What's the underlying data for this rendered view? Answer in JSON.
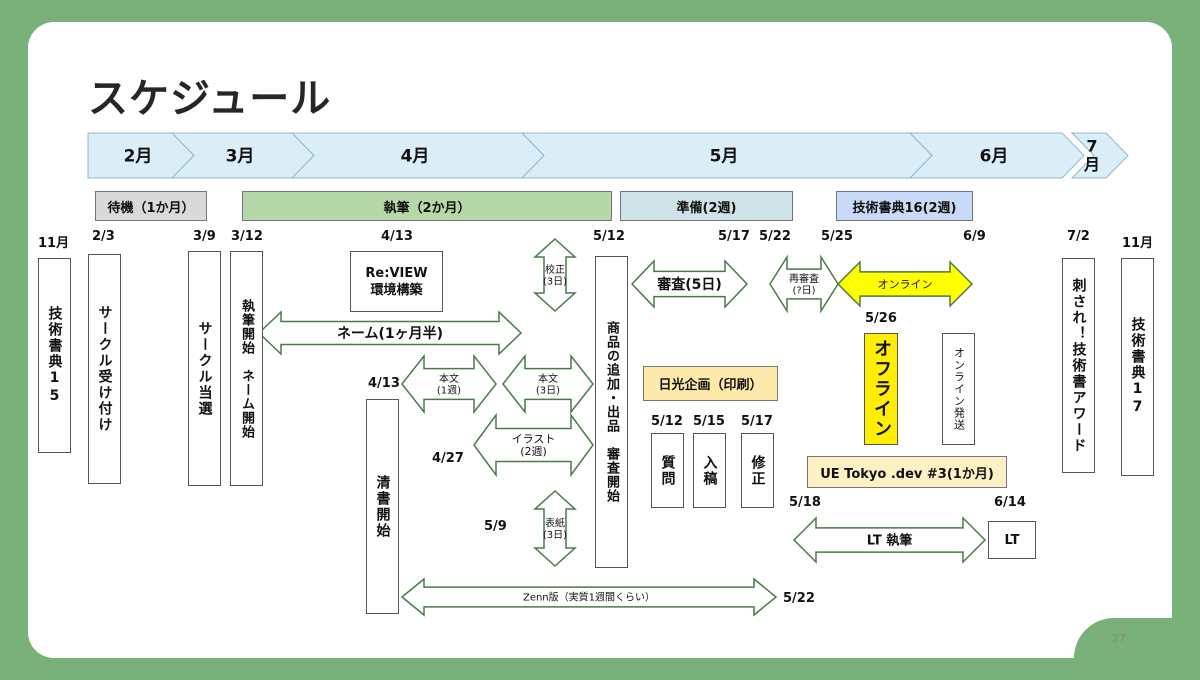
{
  "title": "スケジュール",
  "page_number": "27",
  "months": [
    "2月",
    "3月",
    "4月",
    "5月",
    "6月",
    "7\n月"
  ],
  "phases": {
    "wait": "待機（1か月）",
    "write": "執筆（2か月）",
    "prep": "準備(2週)",
    "event": "技術書典16(2週)"
  },
  "dates": {
    "nov_left": "11月",
    "d0203": "2/3",
    "d0309": "3/9",
    "d0312": "3/12",
    "d0413a": "4/13",
    "d0512a": "5/12",
    "d0517a": "5/17",
    "d0522a": "5/22",
    "d0525": "5/25",
    "d0609": "6/9",
    "d0702": "7/2",
    "nov_right": "11月",
    "d0526": "5/26",
    "d0413b": "4/13",
    "d0427": "4/27",
    "d0509": "5/9",
    "d0512b": "5/12",
    "d0515": "5/15",
    "d0517b": "5/17",
    "d0518": "5/18",
    "d0614": "6/14",
    "d0522b": "5/22"
  },
  "boxes": {
    "tbf15": "技術書典15",
    "circle_signup": "サークル受け付け",
    "circle_selected": "サークル当選",
    "writing_start": "執筆開始　ネーム開始",
    "review_env": "Re:VIEW\n環境構築",
    "clean_copy": "清書開始",
    "product_add": "商品の追加・出品　審査開始",
    "nikko": "日光企画（印刷）",
    "question": "質問",
    "submit": "入稿",
    "fix": "修正",
    "offline": "オフライン",
    "online_ship": "オンライン発送",
    "ue_tokyo": "UE Tokyo .dev #3(1か月)",
    "lt": "LT",
    "award": "刺され！技術書アワード",
    "tbf17": "技術書典17"
  },
  "arrows": {
    "name": "ネーム(1ヶ月半)",
    "proof": "校正\n(3日)",
    "body1": "本文\n(1週)",
    "body3": "本文\n(3日)",
    "illust": "イラスト\n(2週)",
    "cover": "表紙\n(3日)",
    "review5": "審査(5日)",
    "rereview": "再審査\n(?日)",
    "online": "オンライン",
    "lt_writing": "LT 執筆",
    "zenn": "Zenn版（実質1週間くらい）"
  },
  "colors": {
    "background_green": "#7ab07a",
    "month_arrow": "#dbeef8",
    "wait_bar": "#d9d9d9",
    "write_bar": "#b6d7a8",
    "prep_bar": "#cfe2e8",
    "event_bar": "#c9daf8",
    "nikko_bar": "#fde9a9",
    "ue_bar": "#fdf0c4",
    "offline_yellow": "#ffee00",
    "online_yellow": "#ffff00",
    "arrow_stroke": "#4a7a48"
  }
}
